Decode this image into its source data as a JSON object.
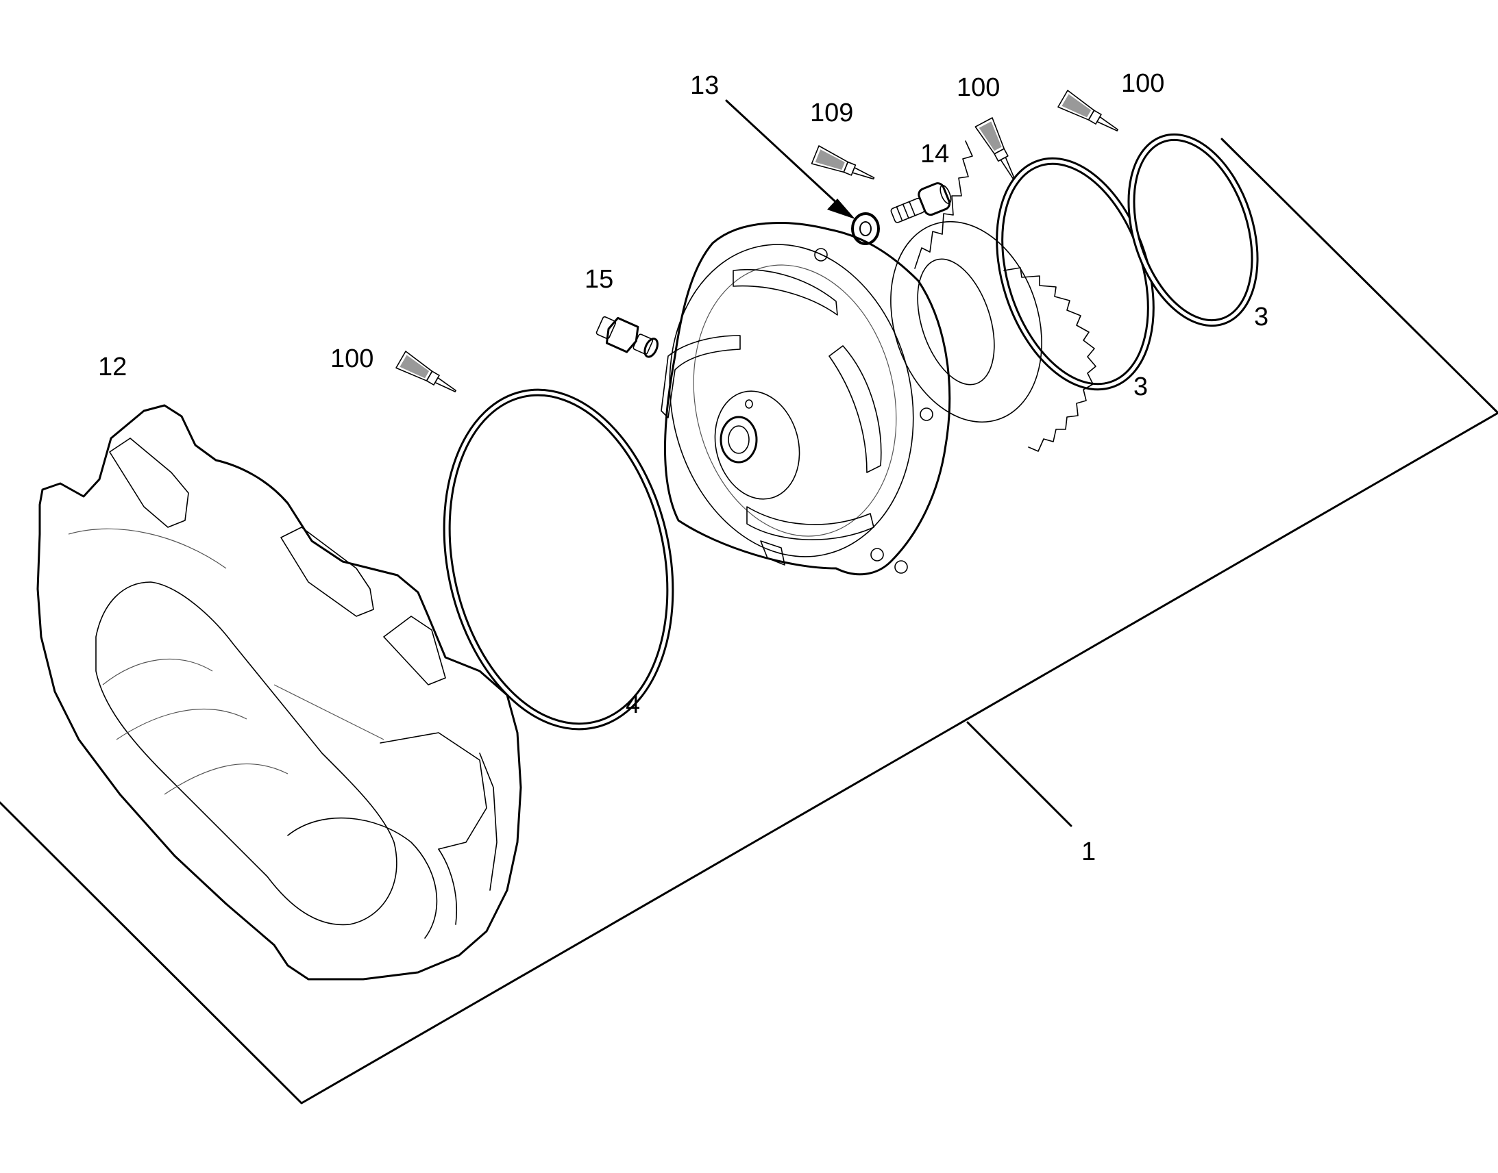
{
  "callouts": [
    {
      "id": "c13",
      "text": "13"
    },
    {
      "id": "c109",
      "text": "109"
    },
    {
      "id": "c14",
      "text": "14"
    },
    {
      "id": "c100a",
      "text": "100"
    },
    {
      "id": "c100b",
      "text": "100"
    },
    {
      "id": "c15",
      "text": "15"
    },
    {
      "id": "c12",
      "text": "12"
    },
    {
      "id": "c100c",
      "text": "100"
    },
    {
      "id": "c3a",
      "text": "3"
    },
    {
      "id": "c3b",
      "text": "3"
    },
    {
      "id": "c4",
      "text": "4"
    },
    {
      "id": "c1",
      "text": "1"
    }
  ],
  "colors": {
    "line": "#000000",
    "background": "#ffffff"
  }
}
